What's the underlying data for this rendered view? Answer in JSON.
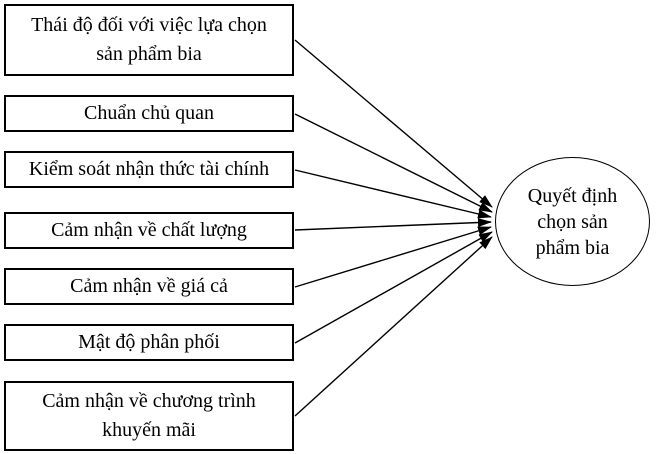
{
  "factors": [
    {
      "label": "Thái độ đối với việc lựa chọn\nsản phẩm bia"
    },
    {
      "label": "Chuẩn chủ quan"
    },
    {
      "label": "Kiểm soát nhận thức tài chính"
    },
    {
      "label": "Cảm nhận về chất lượng"
    },
    {
      "label": "Cảm nhận về giá cả"
    },
    {
      "label": "Mật độ phân phối"
    },
    {
      "label": "Cảm nhận về chương trình\nkhuyến mãi"
    }
  ],
  "outcome": {
    "label": "Quyết định\nchọn sản\nphẩm bia"
  },
  "connections": [
    {
      "from": 0,
      "to": "outcome"
    },
    {
      "from": 1,
      "to": "outcome"
    },
    {
      "from": 2,
      "to": "outcome"
    },
    {
      "from": 3,
      "to": "outcome"
    },
    {
      "from": 4,
      "to": "outcome"
    },
    {
      "from": 5,
      "to": "outcome"
    },
    {
      "from": 6,
      "to": "outcome"
    }
  ],
  "colors": {
    "stroke": "#000000",
    "background": "#ffffff",
    "text": "#000000"
  }
}
